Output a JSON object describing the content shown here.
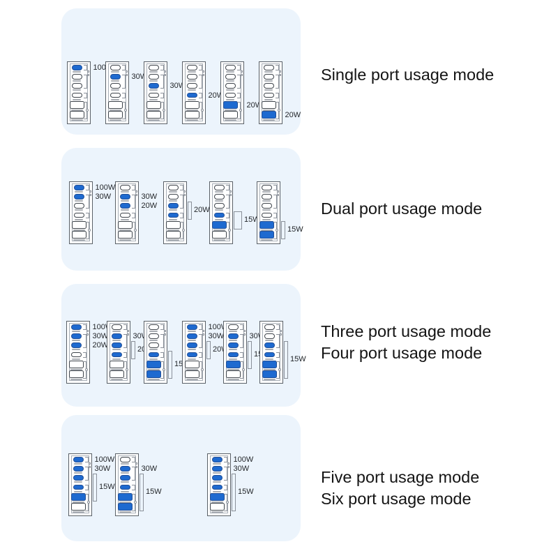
{
  "colors": {
    "section_bg": "#ecf4fc",
    "active_port": "#1e6ad0",
    "heading_text": "#141414",
    "label_text": "#23262a"
  },
  "sections": [
    {
      "title_lines": [
        "Single port usage mode"
      ],
      "chargers": [
        {
          "active_ports": [
            1
          ],
          "port_labels": [
            {
              "port": 1,
              "text": "100W"
            }
          ]
        },
        {
          "active_ports": [
            2
          ],
          "port_labels": [
            {
              "port": 2,
              "text": "30W"
            }
          ]
        },
        {
          "active_ports": [
            3
          ],
          "port_labels": [
            {
              "port": 3,
              "text": "30W"
            }
          ]
        },
        {
          "active_ports": [
            4
          ],
          "port_labels": [
            {
              "port": 4,
              "text": "20W"
            }
          ]
        },
        {
          "active_ports": [
            5
          ],
          "port_labels": [
            {
              "port": 5,
              "text": "20W"
            }
          ]
        },
        {
          "active_ports": [
            6
          ],
          "port_labels": [
            {
              "port": 6,
              "text": "20W"
            }
          ]
        }
      ]
    },
    {
      "title_lines": [
        "Dual port usage mode"
      ],
      "chargers": [
        {
          "active_ports": [
            1,
            2
          ],
          "port_labels": [
            {
              "port": 1,
              "text": "100W"
            },
            {
              "port": 2,
              "text": "30W"
            }
          ]
        },
        {
          "active_ports": [
            2,
            3
          ],
          "port_labels": [
            {
              "port": 2,
              "text": "30W"
            },
            {
              "port": 3,
              "text": "20W"
            }
          ]
        },
        {
          "active_ports": [
            3,
            4
          ],
          "bracket": {
            "from": 3,
            "to": 4,
            "label": "20W"
          }
        },
        {
          "active_ports": [
            4,
            5
          ],
          "bracket": {
            "from": 4,
            "to": 5,
            "label": "15W",
            "wide": true
          }
        },
        {
          "active_ports": [
            5,
            6
          ],
          "bracket": {
            "from": 5,
            "to": 6,
            "label": "15W"
          }
        }
      ]
    },
    {
      "title_lines": [
        "Three port usage mode",
        "Four port usage mode"
      ],
      "chargers": [
        {
          "active_ports": [
            1,
            2,
            3
          ],
          "port_labels": [
            {
              "port": 1,
              "text": "100W"
            },
            {
              "port": 2,
              "text": "30W"
            },
            {
              "port": 3,
              "text": "20W"
            }
          ]
        },
        {
          "active_ports": [
            2,
            3,
            4
          ],
          "port_labels": [
            {
              "port": 2,
              "text": "30W"
            }
          ],
          "bracket": {
            "from": 3,
            "to": 4,
            "label": "20W"
          }
        },
        {
          "active_ports": [
            4,
            5,
            6
          ],
          "bracket": {
            "from": 4,
            "to": 6,
            "label": "15W"
          }
        },
        {
          "active_ports": [
            1,
            2,
            3,
            4
          ],
          "port_labels": [
            {
              "port": 1,
              "text": "100W"
            },
            {
              "port": 2,
              "text": "30W"
            }
          ],
          "bracket": {
            "from": 3,
            "to": 4,
            "label": "20W"
          }
        },
        {
          "active_ports": [
            2,
            3,
            4,
            5
          ],
          "port_labels": [
            {
              "port": 2,
              "text": "30W"
            }
          ],
          "bracket": {
            "from": 3,
            "to": 5,
            "label": "15W"
          }
        },
        {
          "active_ports": [
            3,
            4,
            5,
            6
          ],
          "bracket": {
            "from": 3,
            "to": 6,
            "label": "15W"
          }
        }
      ]
    },
    {
      "title_lines": [
        "Five port usage mode",
        "Six port usage mode"
      ],
      "chargers": [
        {
          "active_ports": [
            1,
            2,
            3,
            4,
            5
          ],
          "port_labels": [
            {
              "port": 1,
              "text": "100W"
            },
            {
              "port": 2,
              "text": "30W"
            }
          ],
          "bracket": {
            "from": 3,
            "to": 5,
            "label": "15W"
          }
        },
        {
          "active_ports": [
            2,
            3,
            4,
            5,
            6
          ],
          "port_labels": [
            {
              "port": 2,
              "text": "30W"
            }
          ],
          "bracket": {
            "from": 3,
            "to": 6,
            "label": "15W"
          }
        },
        {
          "active_ports": [
            1,
            2,
            3,
            4,
            5
          ],
          "port_labels": [
            {
              "port": 1,
              "text": "100W"
            },
            {
              "port": 2,
              "text": "30W"
            }
          ],
          "bracket": {
            "from": 3,
            "to": 6,
            "label": "15W"
          }
        }
      ]
    }
  ]
}
